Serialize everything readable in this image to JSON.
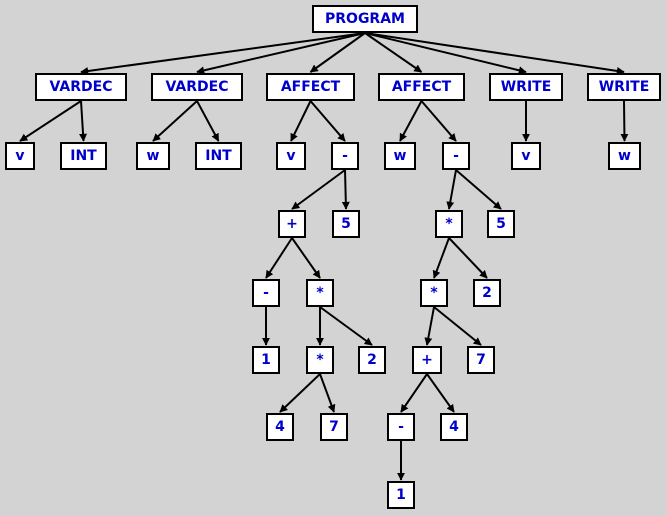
{
  "colors": {
    "background": "#d3d3d3",
    "node_fill": "#ffffff",
    "node_border": "#000000",
    "label": "#0000cc",
    "edge": "#000000"
  },
  "nodes": [
    {
      "id": "program",
      "label": "PROGRAM"
    },
    {
      "id": "vardec1",
      "label": "VARDEC"
    },
    {
      "id": "vardec1_v",
      "label": "v"
    },
    {
      "id": "vardec1_int",
      "label": "INT"
    },
    {
      "id": "vardec2",
      "label": "VARDEC"
    },
    {
      "id": "vardec2_w",
      "label": "w"
    },
    {
      "id": "vardec2_int",
      "label": "INT"
    },
    {
      "id": "affect1",
      "label": "AFFECT"
    },
    {
      "id": "affect1_v",
      "label": "v"
    },
    {
      "id": "affect1_minus",
      "label": "-"
    },
    {
      "id": "affect1_plus",
      "label": "+"
    },
    {
      "id": "affect1_5",
      "label": "5"
    },
    {
      "id": "affect1_neg",
      "label": "-"
    },
    {
      "id": "affect1_1",
      "label": "1"
    },
    {
      "id": "affect1_mul",
      "label": "*"
    },
    {
      "id": "affect1_mul2",
      "label": "*"
    },
    {
      "id": "affect1_2",
      "label": "2"
    },
    {
      "id": "affect1_4",
      "label": "4"
    },
    {
      "id": "affect1_7",
      "label": "7"
    },
    {
      "id": "affect2",
      "label": "AFFECT"
    },
    {
      "id": "affect2_w",
      "label": "w"
    },
    {
      "id": "affect2_minus",
      "label": "-"
    },
    {
      "id": "affect2_mul",
      "label": "*"
    },
    {
      "id": "affect2_5",
      "label": "5"
    },
    {
      "id": "affect2_mul2",
      "label": "*"
    },
    {
      "id": "affect2_2",
      "label": "2"
    },
    {
      "id": "affect2_plus",
      "label": "+"
    },
    {
      "id": "affect2_7",
      "label": "7"
    },
    {
      "id": "affect2_neg",
      "label": "-"
    },
    {
      "id": "affect2_4",
      "label": "4"
    },
    {
      "id": "affect2_1",
      "label": "1"
    },
    {
      "id": "write1",
      "label": "WRITE"
    },
    {
      "id": "write1_v",
      "label": "v"
    },
    {
      "id": "write2",
      "label": "WRITE"
    },
    {
      "id": "write2_w",
      "label": "w"
    }
  ],
  "edges": [
    [
      "program",
      "vardec1"
    ],
    [
      "program",
      "vardec2"
    ],
    [
      "program",
      "affect1"
    ],
    [
      "program",
      "affect2"
    ],
    [
      "program",
      "write1"
    ],
    [
      "program",
      "write2"
    ],
    [
      "vardec1",
      "vardec1_v"
    ],
    [
      "vardec1",
      "vardec1_int"
    ],
    [
      "vardec2",
      "vardec2_w"
    ],
    [
      "vardec2",
      "vardec2_int"
    ],
    [
      "affect1",
      "affect1_v"
    ],
    [
      "affect1",
      "affect1_minus"
    ],
    [
      "affect1_minus",
      "affect1_plus"
    ],
    [
      "affect1_minus",
      "affect1_5"
    ],
    [
      "affect1_plus",
      "affect1_neg"
    ],
    [
      "affect1_plus",
      "affect1_mul"
    ],
    [
      "affect1_neg",
      "affect1_1"
    ],
    [
      "affect1_mul",
      "affect1_mul2"
    ],
    [
      "affect1_mul",
      "affect1_2"
    ],
    [
      "affect1_mul2",
      "affect1_4"
    ],
    [
      "affect1_mul2",
      "affect1_7"
    ],
    [
      "affect2",
      "affect2_w"
    ],
    [
      "affect2",
      "affect2_minus"
    ],
    [
      "affect2_minus",
      "affect2_mul"
    ],
    [
      "affect2_minus",
      "affect2_5"
    ],
    [
      "affect2_mul",
      "affect2_mul2"
    ],
    [
      "affect2_mul",
      "affect2_2"
    ],
    [
      "affect2_mul2",
      "affect2_plus"
    ],
    [
      "affect2_mul2",
      "affect2_7"
    ],
    [
      "affect2_plus",
      "affect2_neg"
    ],
    [
      "affect2_plus",
      "affect2_4"
    ],
    [
      "affect2_neg",
      "affect2_1"
    ],
    [
      "write1",
      "write1_v"
    ],
    [
      "write2",
      "write2_w"
    ]
  ]
}
